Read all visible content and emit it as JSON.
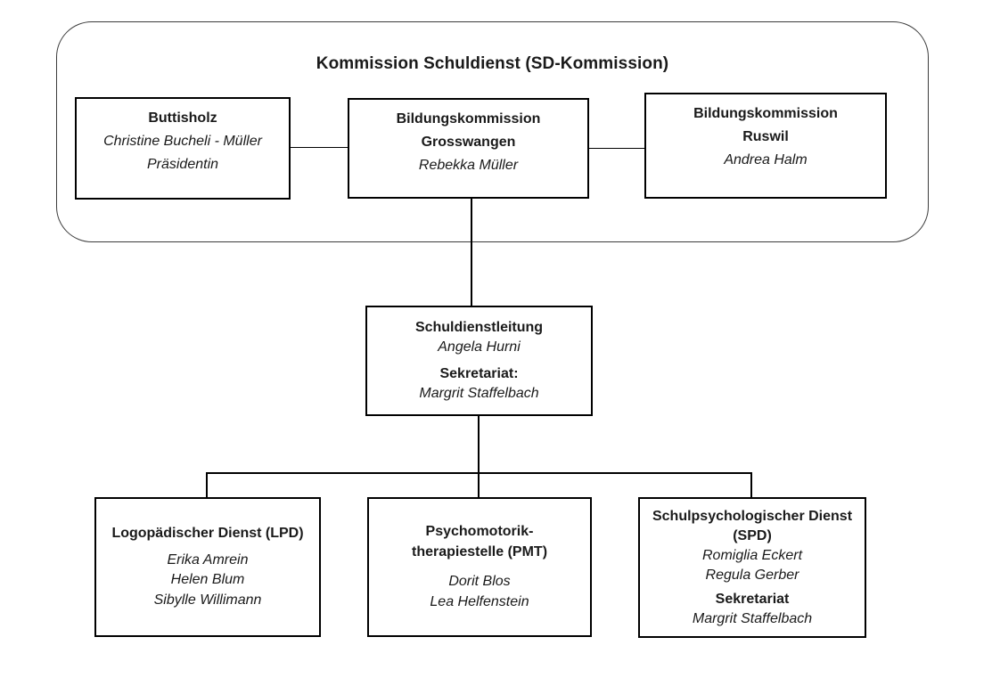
{
  "commission": {
    "title": "Kommission Schuldienst (SD-Kommission)",
    "boxes": [
      {
        "id": "buttisholz",
        "headings": [
          "Buttisholz"
        ],
        "names": [
          "Christine Bucheli - Müller",
          "Präsidentin"
        ]
      },
      {
        "id": "bildungskommission-grosswangen",
        "headings": [
          "Bildungskommission",
          "Grosswangen"
        ],
        "names": [
          "Rebekka Müller"
        ]
      },
      {
        "id": "bildungskommission-ruswil",
        "headings": [
          "Bildungskommission",
          "Ruswil"
        ],
        "names": [
          "Andrea Halm"
        ]
      }
    ]
  },
  "leadership": {
    "heading": "Schuldienstleitung",
    "name": "Angela Hurni",
    "sub_heading": "Sekretariat:",
    "sub_name": "Margrit Staffelbach"
  },
  "services": [
    {
      "id": "logopaedischer-dienst",
      "headings": [
        "Logopädischer Dienst (LPD)"
      ],
      "names": [
        "Erika Amrein",
        "Helen Blum",
        "Sibylle Willimann"
      ]
    },
    {
      "id": "psychomotorik-therapiestelle",
      "headings": [
        "Psychomotorik-",
        "therapiestelle (PMT)"
      ],
      "names": [
        "Dorit Blos",
        "Lea Helfenstein"
      ]
    },
    {
      "id": "schulpsychologischer-dienst",
      "headings": [
        "Schulpsychologischer Dienst",
        "(SPD)"
      ],
      "names": [
        "Romiglia Eckert",
        "Regula Gerber"
      ],
      "sub_heading": "Sekretariat",
      "sub_name": "Margrit Staffelbach"
    }
  ],
  "colors": {
    "background": "#ffffff",
    "text": "#1a1a1a",
    "box_border": "#000000",
    "frame_border": "#3c3c3c",
    "connector": "#000000"
  }
}
